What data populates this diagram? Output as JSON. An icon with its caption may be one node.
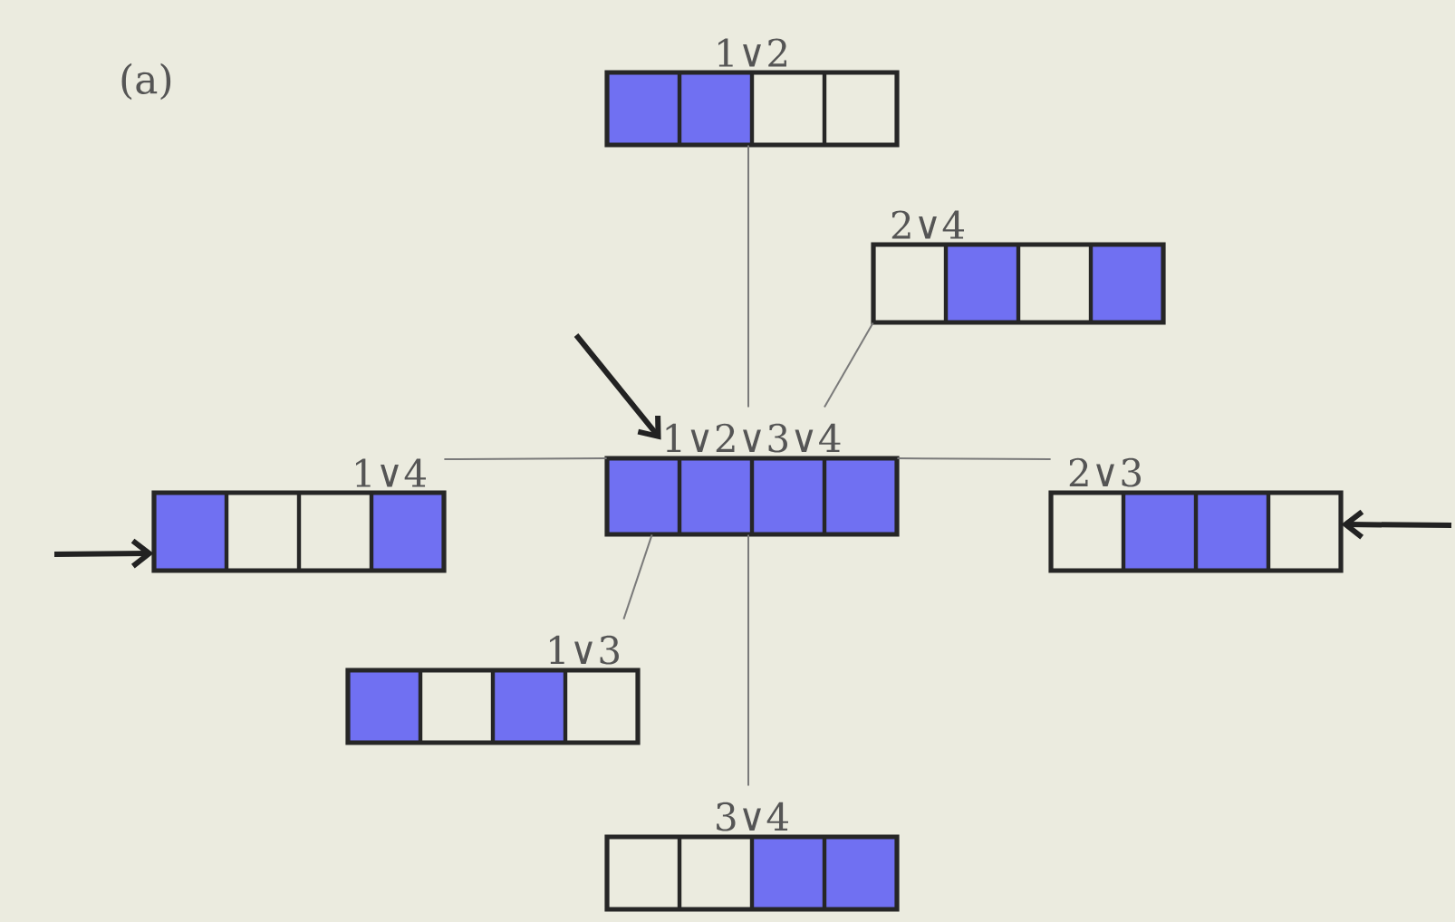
{
  "diagram": {
    "nodes": [
      {
        "text": [
          "1∨2∨3∨4"
        ]
      },
      {
        "text": [
          "1∨2"
        ]
      },
      {
        "text": [
          "2∨4"
        ]
      },
      {
        "text": [
          "1∨4"
        ]
      },
      {
        "text": [
          "2∨3"
        ]
      },
      {
        "text": [
          "1∨3"
        ]
      },
      {
        "text": [
          "3∨4"
        ]
      }
    ],
    "edges": [
      {
        "from": 0,
        "to": 1,
        "arrow": "none"
      },
      {
        "from": 0,
        "to": 2,
        "arrow": "none"
      },
      {
        "from": 0,
        "to": 3,
        "arrow": "none"
      },
      {
        "from": 0,
        "to": 4,
        "arrow": "none"
      },
      {
        "from": 0,
        "to": 5,
        "arrow": "none"
      },
      {
        "from": 0,
        "to": 6,
        "arrow": "none"
      },
      {
        "from": null,
        "to": 0,
        "arrow": "to",
        "style": "thick",
        "color": "#222222"
      },
      {
        "from": null,
        "to": 3,
        "arrow": "to",
        "style": "thick",
        "color": "#222222"
      },
      {
        "from": null,
        "to": 4,
        "arrow": "to",
        "style": "thick",
        "color": "#222222"
      }
    ],
    "labels": [
      "(a)"
    ]
  }
}
